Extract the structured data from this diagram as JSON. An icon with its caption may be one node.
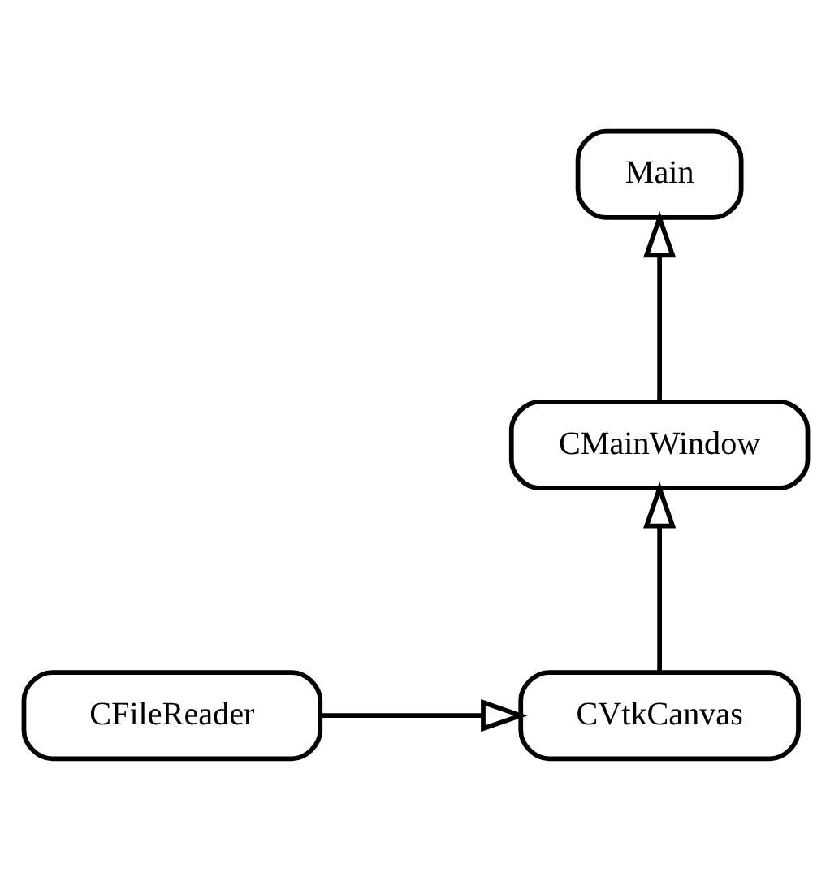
{
  "diagram": {
    "nodes": [
      {
        "text": [
          "Main"
        ]
      },
      {
        "text": [
          "CMainWindow"
        ]
      },
      {
        "text": [
          "CFileReader"
        ]
      },
      {
        "text": [
          "CVtkCanvas"
        ]
      }
    ],
    "edges": [
      {
        "from": 1,
        "to": 0,
        "arrow": "to"
      },
      {
        "from": 3,
        "to": 1,
        "arrow": "to"
      },
      {
        "from": 2,
        "to": 3,
        "arrow": "to"
      }
    ]
  }
}
